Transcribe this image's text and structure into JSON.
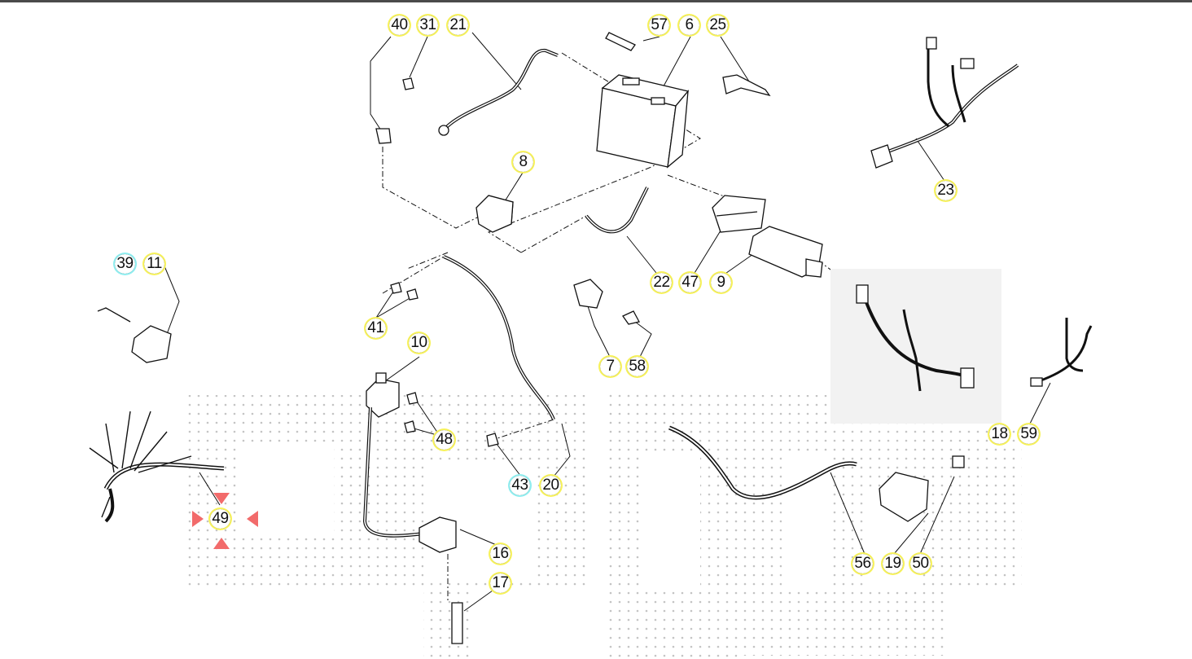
{
  "diagram": {
    "colors": {
      "highlight_yellow": "#f7f25a",
      "highlight_cyan": "#8feef0",
      "cursor_marker": "#f26b6b",
      "line": "#111111",
      "watermark_dots": "#c9c9c9"
    },
    "callouts": [
      {
        "id": "40",
        "label": "40",
        "highlight": "yellow"
      },
      {
        "id": "31",
        "label": "31",
        "highlight": "yellow"
      },
      {
        "id": "21",
        "label": "21",
        "highlight": "yellow"
      },
      {
        "id": "57",
        "label": "57",
        "highlight": "yellow"
      },
      {
        "id": "6",
        "label": "6",
        "highlight": "yellow"
      },
      {
        "id": "25",
        "label": "25",
        "highlight": "yellow"
      },
      {
        "id": "8",
        "label": "8",
        "highlight": "yellow"
      },
      {
        "id": "23",
        "label": "23",
        "highlight": "yellow"
      },
      {
        "id": "39",
        "label": "39",
        "highlight": "cyan"
      },
      {
        "id": "11",
        "label": "11",
        "highlight": "yellow"
      },
      {
        "id": "22",
        "label": "22",
        "highlight": "yellow"
      },
      {
        "id": "47",
        "label": "47",
        "highlight": "yellow"
      },
      {
        "id": "9",
        "label": "9",
        "highlight": "yellow"
      },
      {
        "id": "41",
        "label": "41",
        "highlight": "yellow"
      },
      {
        "id": "10",
        "label": "10",
        "highlight": "yellow"
      },
      {
        "id": "7",
        "label": "7",
        "highlight": "yellow"
      },
      {
        "id": "58",
        "label": "58",
        "highlight": "yellow"
      },
      {
        "id": "48",
        "label": "48",
        "highlight": "yellow"
      },
      {
        "id": "18",
        "label": "18",
        "highlight": "yellow"
      },
      {
        "id": "59",
        "label": "59",
        "highlight": "yellow"
      },
      {
        "id": "43",
        "label": "43",
        "highlight": "cyan"
      },
      {
        "id": "20",
        "label": "20",
        "highlight": "yellow"
      },
      {
        "id": "49",
        "label": "49",
        "highlight": "yellow",
        "selected": true
      },
      {
        "id": "16",
        "label": "16",
        "highlight": "yellow"
      },
      {
        "id": "17",
        "label": "17",
        "highlight": "yellow"
      },
      {
        "id": "56",
        "label": "56",
        "highlight": "yellow"
      },
      {
        "id": "19",
        "label": "19",
        "highlight": "yellow"
      },
      {
        "id": "50",
        "label": "50",
        "highlight": "yellow"
      }
    ]
  }
}
